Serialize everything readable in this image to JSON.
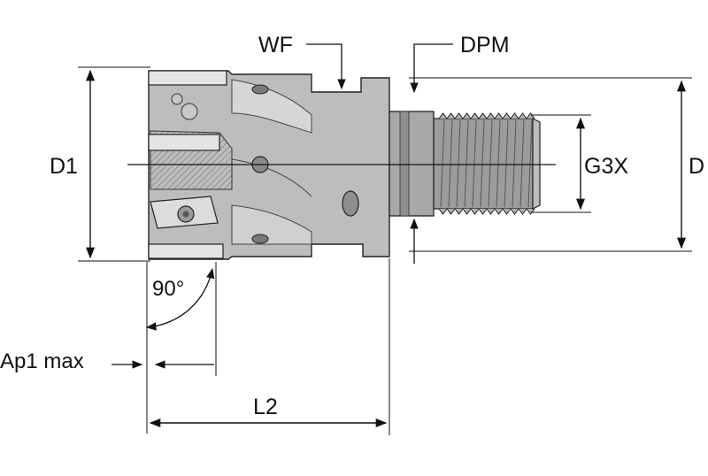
{
  "labels": {
    "wf": "WF",
    "dpm": "DPM",
    "d1": "D1",
    "g3x": "G3X",
    "d": "D",
    "angle": "90°",
    "ap1": "Ap1 max",
    "l2": "L2"
  },
  "colors": {
    "body_fill": "#b9b9b9",
    "body_dark": "#8e8e8e",
    "thread_fill": "#9a9a9a",
    "line": "#111111",
    "background": "#ffffff"
  }
}
